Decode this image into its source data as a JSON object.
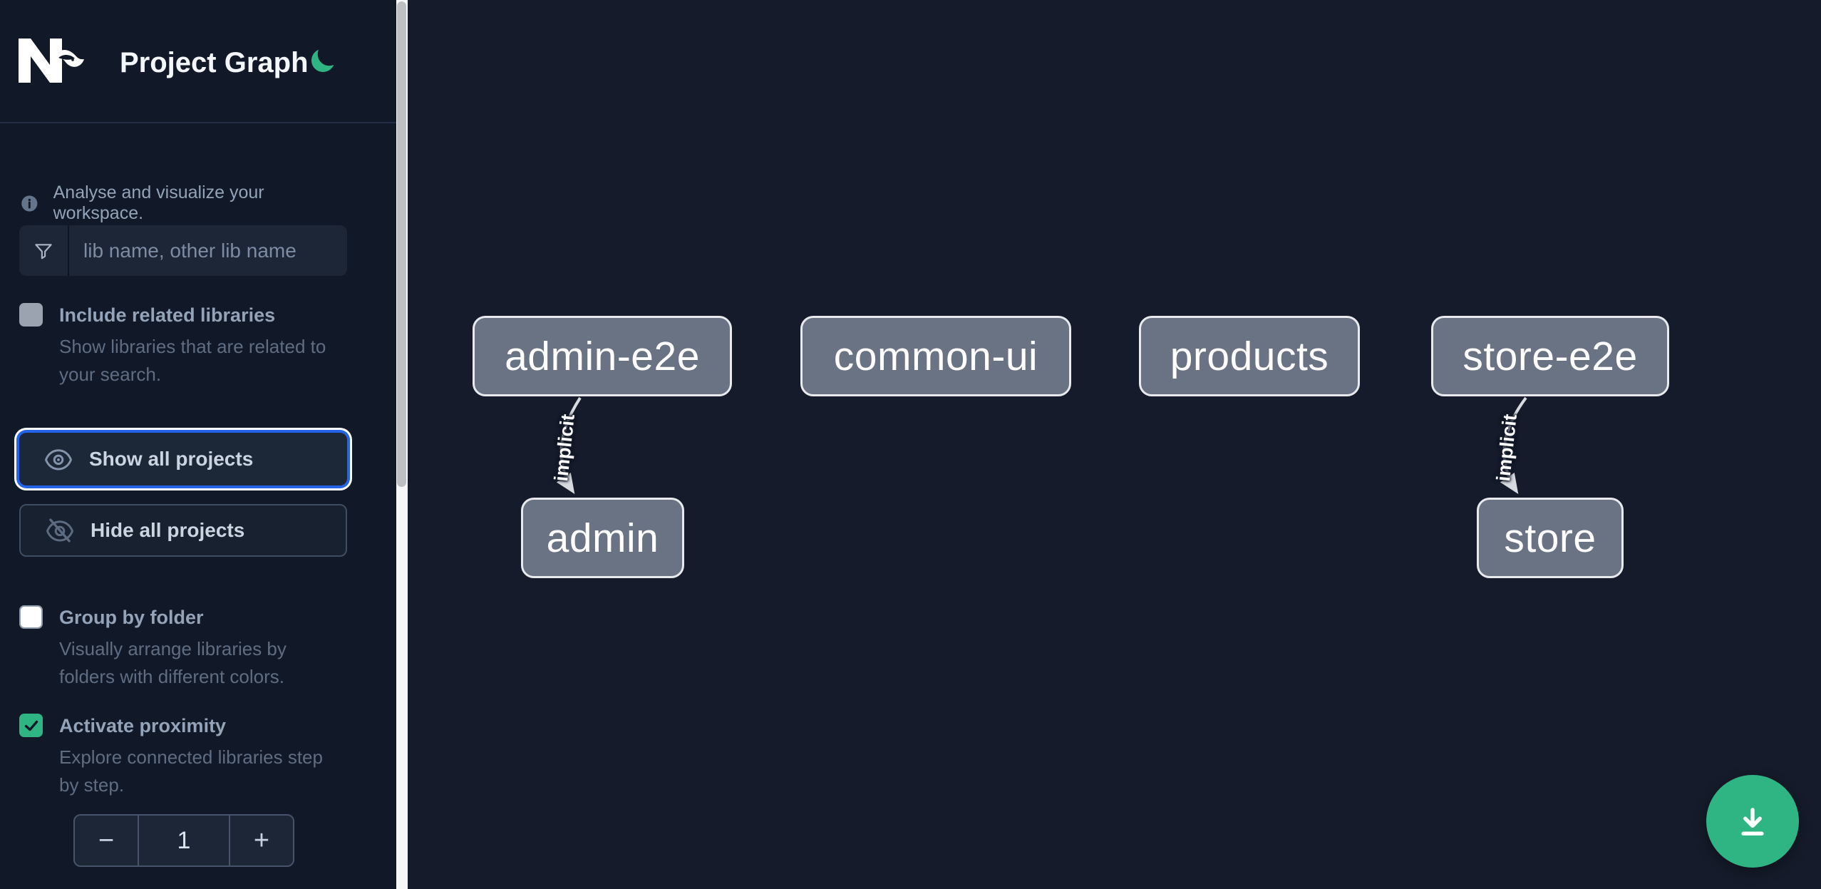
{
  "header": {
    "app_title": "Project Graph"
  },
  "sidebar": {
    "tagline": "Analyse and visualize your workspace.",
    "search_placeholder": "lib name, other lib name",
    "search_value": "",
    "include_related": {
      "label": "Include related libraries",
      "description": "Show libraries that are related to your search.",
      "checked": false
    },
    "show_all_label": "Show all projects",
    "hide_all_label": "Hide all projects",
    "group_by_folder": {
      "label": "Group by folder",
      "description": "Visually arrange libraries by folders with different colors.",
      "checked": false
    },
    "proximity": {
      "label": "Activate proximity",
      "description": "Explore connected libraries step by step.",
      "checked": true
    },
    "proximity_depth": {
      "decrement": "−",
      "value": "1",
      "increment": "+"
    }
  },
  "graph": {
    "nodes": [
      {
        "label": "admin-e2e"
      },
      {
        "label": "common-ui"
      },
      {
        "label": "products"
      },
      {
        "label": "store-e2e"
      },
      {
        "label": "admin"
      },
      {
        "label": "store"
      }
    ],
    "edges": [
      {
        "source": "admin-e2e",
        "target": "admin",
        "label": "implicit"
      },
      {
        "source": "store-e2e",
        "target": "store",
        "label": "implicit"
      }
    ]
  },
  "colors": {
    "accent_green": "#2FB583",
    "focus_blue": "#2563EB",
    "node_fill": "#6A7384",
    "sidebar_bg": "#111827",
    "canvas_bg": "#151B2A"
  }
}
